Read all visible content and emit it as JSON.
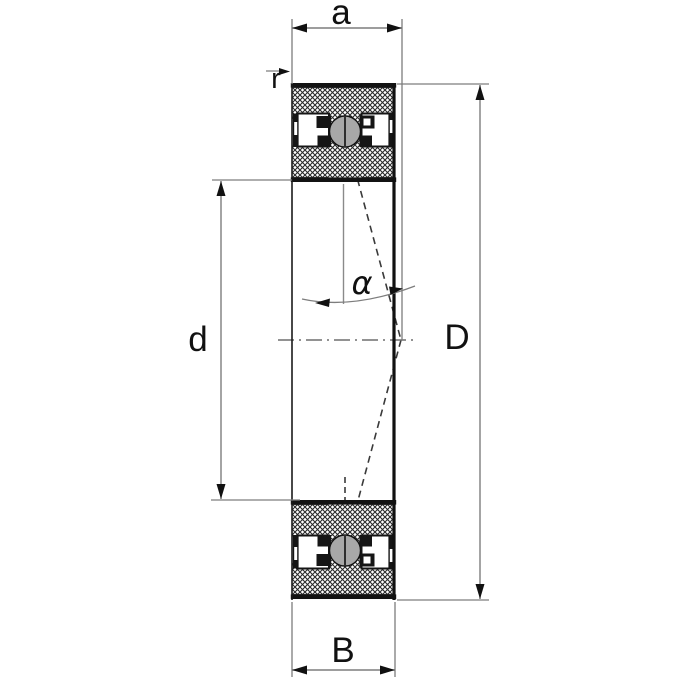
{
  "diagram": {
    "labels": {
      "a": "a",
      "r": "r",
      "d": "d",
      "D": "D",
      "B": "B",
      "alpha": "α"
    },
    "colors": {
      "outline": "#1a1a1a",
      "dimension_line": "#7d7d7d",
      "ball_fill": "#a8a8a8",
      "hatch_line": "#2a2a2a",
      "background": "#ffffff"
    }
  }
}
